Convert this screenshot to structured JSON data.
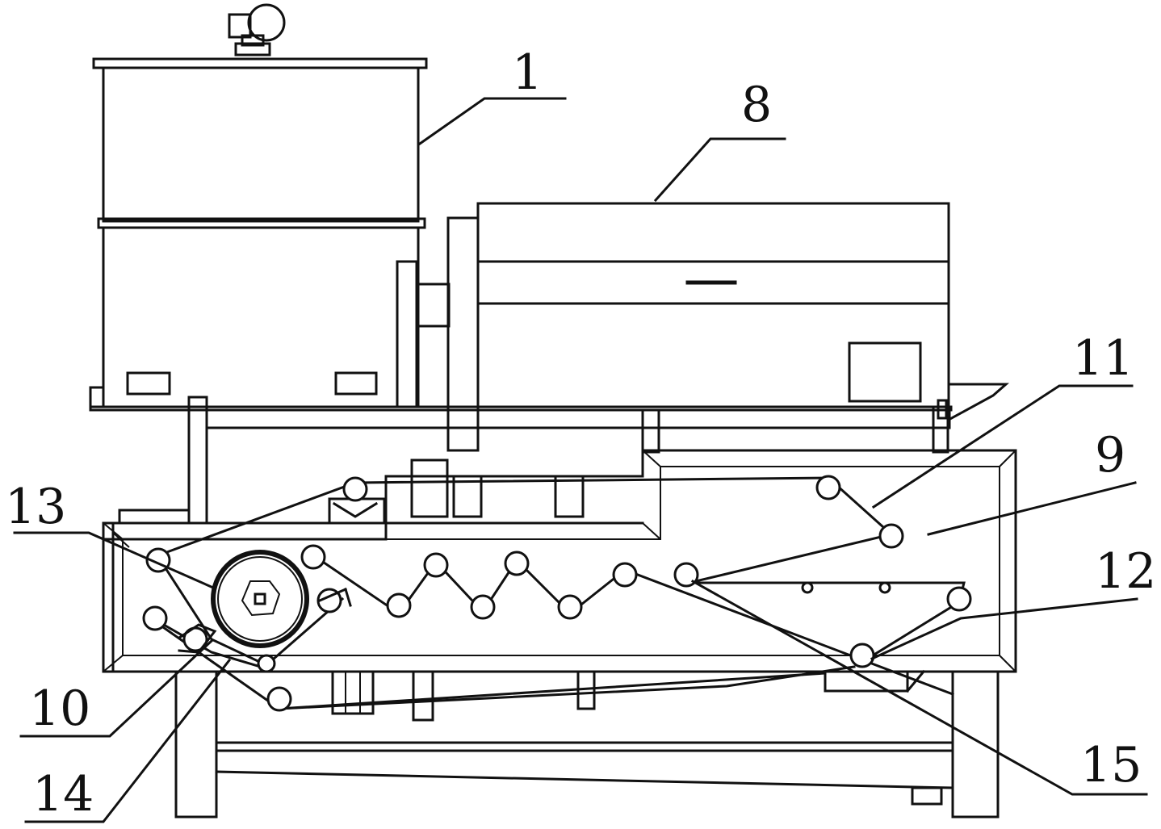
{
  "labels": {
    "l1": "1",
    "l8": "8",
    "l11": "11",
    "l9": "9",
    "l13": "13",
    "l12": "12",
    "l10": "10",
    "l14": "14",
    "l15": "15"
  },
  "colors": {
    "line": "#111111",
    "background": "#ffffff"
  }
}
